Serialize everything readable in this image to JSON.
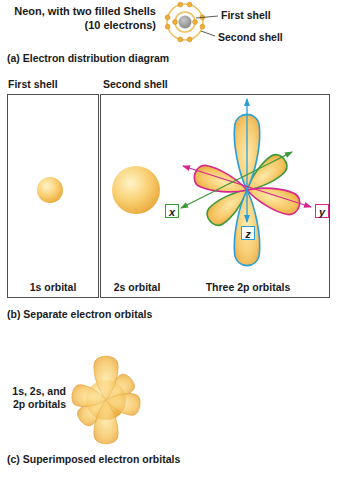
{
  "diagram": {
    "nodes": [
      {
        "text": [
          "First shell",
          "1s orbital"
        ]
      },
      {
        "text": [
          "Second shell",
          "2s orbital",
          "Three 2p orbitals"
        ]
      },
      {
        "text": [
          "x"
        ],
        "in": 1
      },
      {
        "text": [
          "y"
        ],
        "in": 1
      },
      {
        "text": [
          "z"
        ],
        "in": 1
      }
    ],
    "labels": [
      "Neon, with two filled Shells (10 electrons)",
      "First shell",
      "Second shell",
      "(a) Electron distribution diagram",
      "(b) Separate electron orbitals",
      "1s, 2s, and 2p orbitals",
      "(c) Superimposed electron orbitals"
    ]
  }
}
